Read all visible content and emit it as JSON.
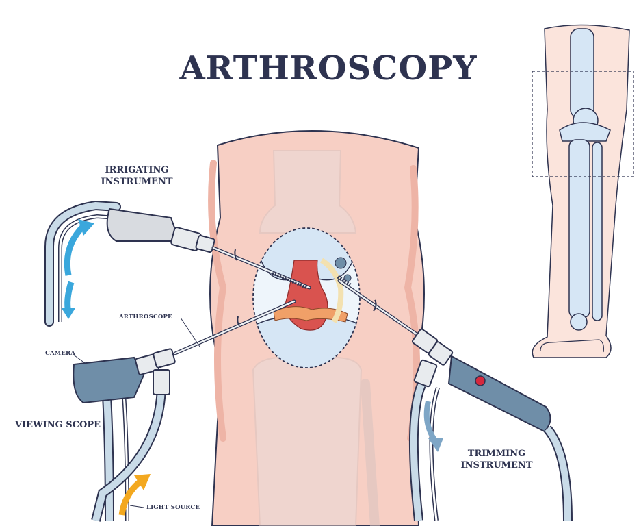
{
  "title": "ARTHROSCOPY",
  "labels": {
    "irrigating_line1": "IRRIGATING",
    "irrigating_line2": "INSTRUMENT",
    "arthroscope": "ARTHROSCOPE",
    "camera": "CAMERA",
    "viewing_scope": "VIEWING SCOPE",
    "trimming_line1": "TRIMMING",
    "trimming_line2": "INSTRUMENT",
    "light_source": "LIGHT SOURCE"
  },
  "colors": {
    "ink": "#2e3350",
    "skin": "#f7cfc4",
    "skin_dark": "#eeb4a6",
    "bone": "#d6e6f5",
    "instrument": "#6f8ea8",
    "tube": "#c9dbe8",
    "irrigation_arrow": "#3aa7dc",
    "trimming_arrow": "#7ea6c6",
    "light_arrow": "#f3a81f",
    "tissue_red": "#d9534f",
    "tissue_orange": "#f0a068",
    "indicator": "#d6283d"
  }
}
